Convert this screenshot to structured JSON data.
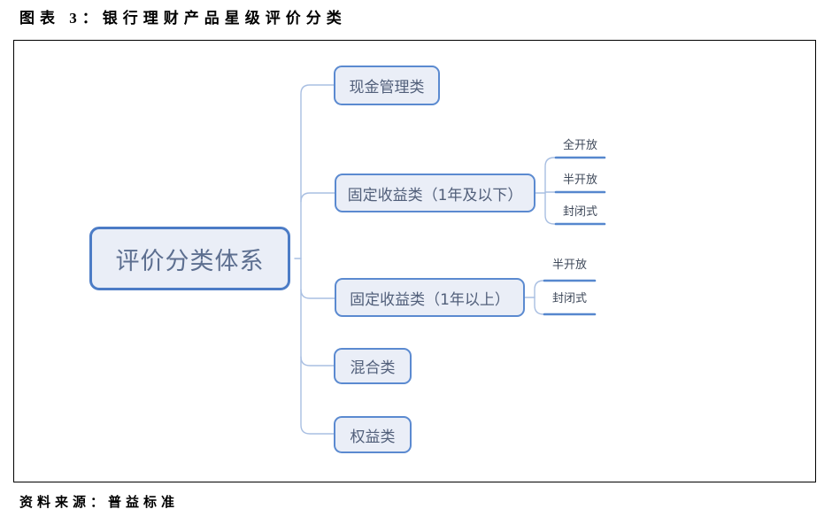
{
  "title": "图表 3：银行理财产品星级评价分类",
  "source": "资料来源：普益标准",
  "colors": {
    "frame_border": "#000000",
    "node_fill": "#EAEEF7",
    "node_border": "#5B8AD0",
    "root_border": "#4C7CC6",
    "connector": "#A9BFE2",
    "leaf_underline": "#5687CE"
  },
  "tree": {
    "root": "评价分类体系",
    "children": [
      {
        "label": "现金管理类",
        "children": []
      },
      {
        "label": "固定收益类（1年及以下）",
        "children": [
          "全开放",
          "半开放",
          "封闭式"
        ]
      },
      {
        "label": "固定收益类（1年以上）",
        "children": [
          "半开放",
          "封闭式"
        ]
      },
      {
        "label": "混合类",
        "children": []
      },
      {
        "label": "权益类",
        "children": []
      }
    ]
  }
}
